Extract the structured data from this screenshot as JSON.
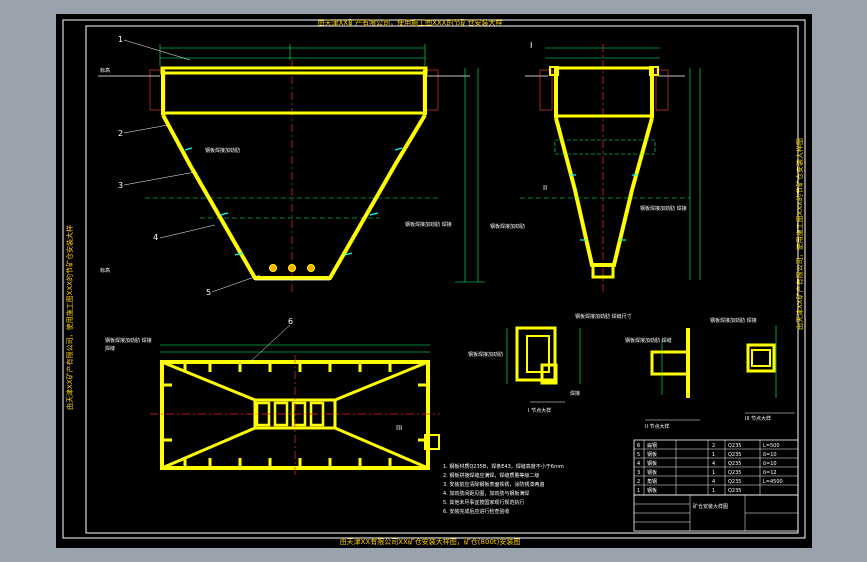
{
  "drawing": {
    "top_title": "由天津XX矿产有限公司，使用施工图XXX的节矿仓安装大样",
    "bottom_title": "由天津XX有限公司XX矿仓安装大样图，矿仓(800t)安装图",
    "left_side_title": "由天津XX矿产有限公司，使用施工图XXX的节矿仓安装大样",
    "right_side_title": "由天津XX矿产有限公司，使用施工图XXX的节矿仓安装大样图",
    "callouts": [
      "1",
      "2",
      "3",
      "4",
      "5",
      "6"
    ],
    "roman_markers": [
      "I",
      "II",
      "III"
    ],
    "labels": {
      "elev_top_left": "标高",
      "elev_mid_left": "标高",
      "note_top": "钢板焊接加劲肋",
      "note_mid": "钢板焊接加劲肋 焊接",
      "note_right_mid": "钢板焊接加劲肋 焊接",
      "note_right2": "钢板焊接加劲肋",
      "detail1_top": "钢板焊接加劲肋 焊缝尺寸",
      "detail1_left": "钢板焊接加劲肋",
      "detail1_right": "焊接",
      "detail2_top": "钢板焊接加劲肋 焊缝",
      "detail3_top": "钢板焊接加劲肋 焊接",
      "plan_note": "钢板焊接加劲肋 焊接",
      "plan_note2": "焊缝",
      "detail1_caption": "I 节点大样",
      "detail2_caption": "II 节点大样",
      "detail3_caption": "III 节点大样"
    },
    "notes": [
      "1. 钢板材质Q235B，焊条E43，焊缝高度不小于6mm",
      "2. 钢板拼接焊缝应满焊，焊缝质量等级二级",
      "3. 安装前应清除钢板表面铁锈，涂防锈漆两遍",
      "4. 加劲肋间距见图，加劲肋与钢板满焊",
      "5. 其他未尽事宜按国家现行规范执行",
      "6. 安装完成后应进行检查验收"
    ],
    "bom_rows": [
      [
        "6",
        "扁钢",
        "2",
        "Q235",
        "L=500"
      ],
      [
        "5",
        "钢板",
        "1",
        "Q235",
        "δ=10"
      ],
      [
        "4",
        "钢板",
        "4",
        "Q235",
        "δ=10"
      ],
      [
        "3",
        "钢板",
        "1",
        "Q235",
        "δ=12"
      ],
      [
        "2",
        "角钢",
        "4",
        "Q235",
        "L=4500"
      ],
      [
        "1",
        "钢板",
        "1",
        "Q235",
        ""
      ]
    ],
    "title_block_name": "矿仓安装大样图"
  }
}
